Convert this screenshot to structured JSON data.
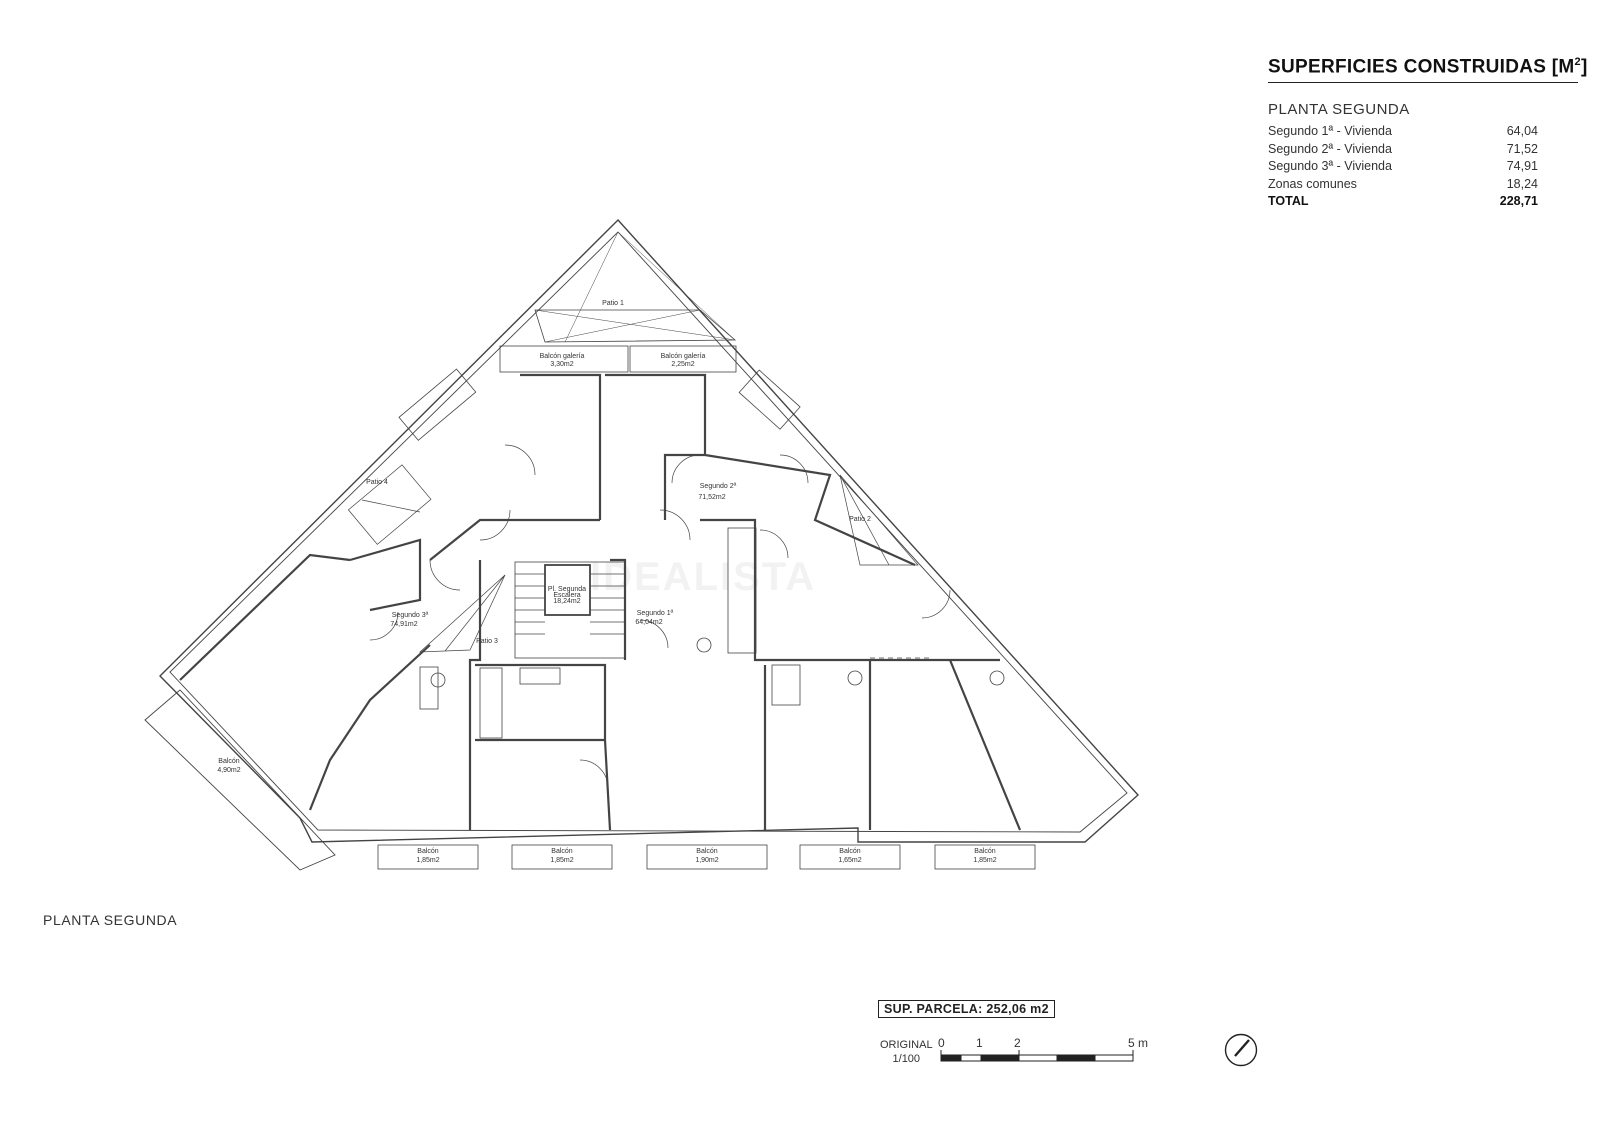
{
  "summary": {
    "title": "SUPERFICIES CONSTRUIDAS [M",
    "title_sup": "2",
    "title_end": "]",
    "subtitle": "PLANTA SEGUNDA",
    "rows": [
      {
        "name": "Segundo 1ª - Vivienda",
        "value": "64,04"
      },
      {
        "name": "Segundo 2ª - Vivienda",
        "value": "71,52"
      },
      {
        "name": "Segundo 3ª - Vivienda",
        "value": "74,91"
      },
      {
        "name": "Zonas comunes",
        "value": "18,24"
      }
    ],
    "total": {
      "name": "TOTAL",
      "value": "228,71"
    }
  },
  "plan_label": "PLANTA SEGUNDA",
  "parcel_label": "SUP. PARCELA: 252,06 m2",
  "scale": {
    "original": "ORIGINAL",
    "ratio": "1/100",
    "ticks": [
      "0",
      "1",
      "2",
      "5 m"
    ]
  },
  "watermark": "IDEALISTA",
  "rooms": {
    "patio1": "Patio 1",
    "patio2": "Patio 2",
    "patio3": "Patio 3",
    "patio4": "Patio 4",
    "balcon_galeria": "Balcón galería",
    "balcon_galeria_1_area": "3,30m2",
    "balcon_galeria_2_area": "2,25m2",
    "segundo1": "Segundo 1ª",
    "segundo1_area": "64,04m2",
    "segundo2": "Segundo 2ª",
    "segundo2_area": "71,52m2",
    "segundo3": "Segundo 3ª",
    "segundo3_area": "74,91m2",
    "escalera_1": "Pl. Segunda",
    "escalera_2": "Escalera",
    "escalera_3": "18,24m2",
    "balcon": "Balcón",
    "balcon_big_area": "4,90m2",
    "balcon_areas": [
      "1,85m2",
      "1,85m2",
      "1,90m2",
      "1,65m2",
      "1,85m2"
    ]
  }
}
